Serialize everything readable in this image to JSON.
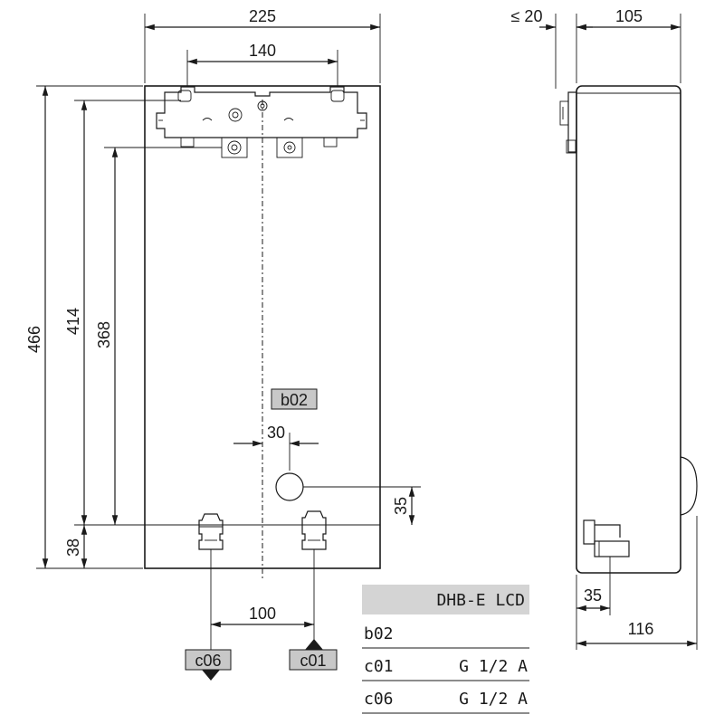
{
  "front_view": {
    "width_total": "225",
    "width_bracket": "140",
    "height_total": "466",
    "height_bracket": "414",
    "height_upper": "368",
    "height_bottom": "38",
    "offset_b02": "30",
    "height_b02": "35",
    "spacing_connections": "100"
  },
  "side_view": {
    "wall_gap": "≤ 20",
    "depth_top": "105",
    "depth_bottom": "116",
    "connection_depth": "35"
  },
  "labels": {
    "b02": "b02",
    "c01": "c01",
    "c06": "c06"
  },
  "table": {
    "header": "DHB-E LCD",
    "rows": [
      {
        "code": "b02",
        "value": ""
      },
      {
        "code": "c01",
        "value": "G 1/2 A"
      },
      {
        "code": "c06",
        "value": "G 1/2 A"
      }
    ]
  },
  "colors": {
    "tag_fill": "#c8c8c8",
    "header_fill": "#d4d4d4",
    "stroke": "#1a1a1a"
  }
}
